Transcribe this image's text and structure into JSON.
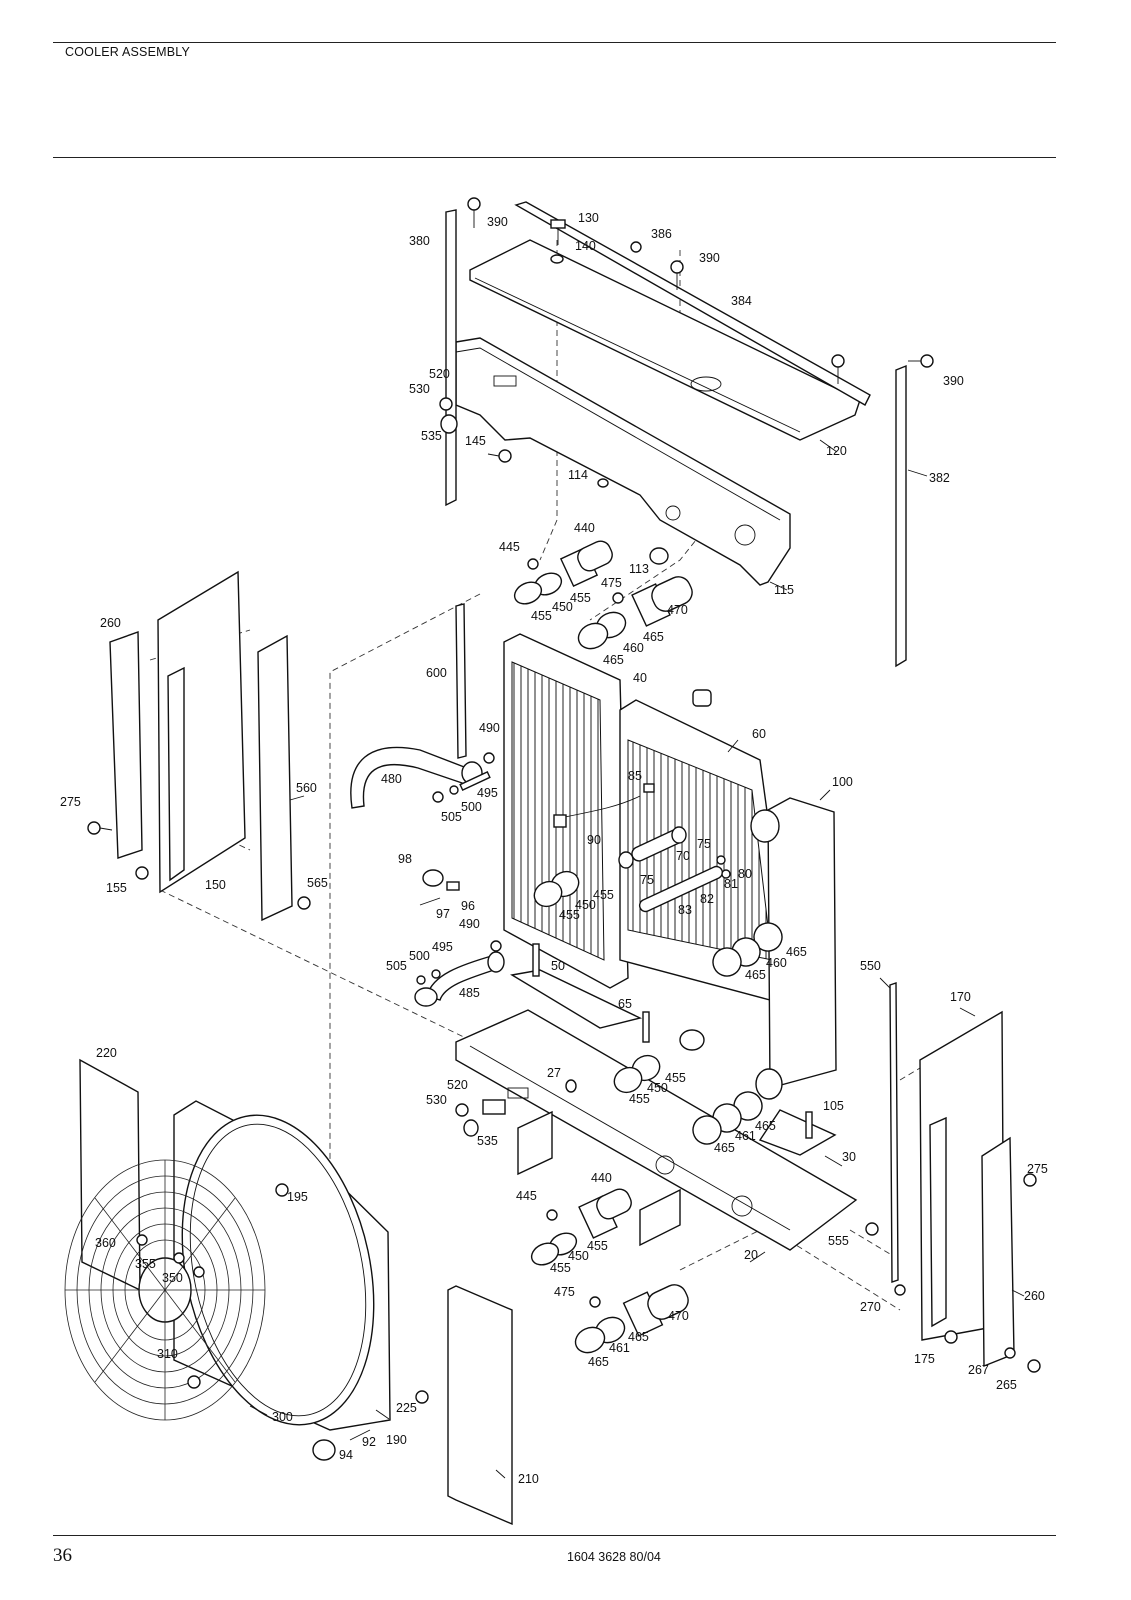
{
  "header": {
    "title": "COOLER ASSEMBLY"
  },
  "footer": {
    "page_number": "36",
    "doc_code": "1604 3628 80/04"
  },
  "callouts": [
    {
      "id": "c390a",
      "text": "390"
    },
    {
      "id": "c130",
      "text": "130"
    },
    {
      "id": "c380",
      "text": "380"
    },
    {
      "id": "c140",
      "text": "140"
    },
    {
      "id": "c386",
      "text": "386"
    },
    {
      "id": "c390b",
      "text": "390"
    },
    {
      "id": "c384",
      "text": "384"
    },
    {
      "id": "c390c",
      "text": "390"
    },
    {
      "id": "c520a",
      "text": "520"
    },
    {
      "id": "c530a",
      "text": "530"
    },
    {
      "id": "c535a",
      "text": "535"
    },
    {
      "id": "c145",
      "text": "145"
    },
    {
      "id": "c120",
      "text": "120"
    },
    {
      "id": "c382",
      "text": "382"
    },
    {
      "id": "c114",
      "text": "114"
    },
    {
      "id": "c440a",
      "text": "440"
    },
    {
      "id": "c445a",
      "text": "445"
    },
    {
      "id": "c113",
      "text": "113"
    },
    {
      "id": "c115",
      "text": "115"
    },
    {
      "id": "c475a",
      "text": "475"
    },
    {
      "id": "c455a",
      "text": "455"
    },
    {
      "id": "c450a",
      "text": "450"
    },
    {
      "id": "c455b",
      "text": "455"
    },
    {
      "id": "c470a",
      "text": "470"
    },
    {
      "id": "c465a",
      "text": "465"
    },
    {
      "id": "c460a",
      "text": "460"
    },
    {
      "id": "c465b",
      "text": "465"
    },
    {
      "id": "c260a",
      "text": "260"
    },
    {
      "id": "c600",
      "text": "600"
    },
    {
      "id": "c40",
      "text": "40"
    },
    {
      "id": "c490a",
      "text": "490"
    },
    {
      "id": "c60",
      "text": "60"
    },
    {
      "id": "c480",
      "text": "480"
    },
    {
      "id": "c560",
      "text": "560"
    },
    {
      "id": "c85",
      "text": "85"
    },
    {
      "id": "c100",
      "text": "100"
    },
    {
      "id": "c495a",
      "text": "495"
    },
    {
      "id": "c500a",
      "text": "500"
    },
    {
      "id": "c505a",
      "text": "505"
    },
    {
      "id": "c275a",
      "text": "275"
    },
    {
      "id": "c90",
      "text": "90"
    },
    {
      "id": "c75a",
      "text": "75"
    },
    {
      "id": "c70",
      "text": "70"
    },
    {
      "id": "c98",
      "text": "98"
    },
    {
      "id": "c80",
      "text": "80"
    },
    {
      "id": "c81",
      "text": "81"
    },
    {
      "id": "c75b",
      "text": "75"
    },
    {
      "id": "c155",
      "text": "155"
    },
    {
      "id": "c150",
      "text": "150"
    },
    {
      "id": "c565",
      "text": "565"
    },
    {
      "id": "c455c",
      "text": "455"
    },
    {
      "id": "c96",
      "text": "96"
    },
    {
      "id": "c82",
      "text": "82"
    },
    {
      "id": "c450b",
      "text": "450"
    },
    {
      "id": "c83",
      "text": "83"
    },
    {
      "id": "c97",
      "text": "97"
    },
    {
      "id": "c455d",
      "text": "455"
    },
    {
      "id": "c490b",
      "text": "490"
    },
    {
      "id": "c495b",
      "text": "495"
    },
    {
      "id": "c500b",
      "text": "500"
    },
    {
      "id": "c505b",
      "text": "505"
    },
    {
      "id": "c50",
      "text": "50"
    },
    {
      "id": "c465c",
      "text": "465"
    },
    {
      "id": "c460b",
      "text": "460"
    },
    {
      "id": "c465d",
      "text": "465"
    },
    {
      "id": "c550",
      "text": "550"
    },
    {
      "id": "c485",
      "text": "485"
    },
    {
      "id": "c170",
      "text": "170"
    },
    {
      "id": "c65",
      "text": "65"
    },
    {
      "id": "c220",
      "text": "220"
    },
    {
      "id": "c27",
      "text": "27"
    },
    {
      "id": "c520b",
      "text": "520"
    },
    {
      "id": "c455e",
      "text": "455"
    },
    {
      "id": "c530b",
      "text": "530"
    },
    {
      "id": "c450c",
      "text": "450"
    },
    {
      "id": "c455f",
      "text": "455"
    },
    {
      "id": "c105",
      "text": "105"
    },
    {
      "id": "c465e",
      "text": "465"
    },
    {
      "id": "c461a",
      "text": "461"
    },
    {
      "id": "c535b",
      "text": "535"
    },
    {
      "id": "c465f",
      "text": "465"
    },
    {
      "id": "c30",
      "text": "30"
    },
    {
      "id": "c275b",
      "text": "275"
    },
    {
      "id": "c195",
      "text": "195"
    },
    {
      "id": "c440b",
      "text": "440"
    },
    {
      "id": "c445b",
      "text": "445"
    },
    {
      "id": "c360",
      "text": "360"
    },
    {
      "id": "c555",
      "text": "555"
    },
    {
      "id": "c455g",
      "text": "455"
    },
    {
      "id": "c20",
      "text": "20"
    },
    {
      "id": "c355",
      "text": "355"
    },
    {
      "id": "c450d",
      "text": "450"
    },
    {
      "id": "c350",
      "text": "350"
    },
    {
      "id": "c455h",
      "text": "455"
    },
    {
      "id": "c475b",
      "text": "475"
    },
    {
      "id": "c260b",
      "text": "260"
    },
    {
      "id": "c270",
      "text": "270"
    },
    {
      "id": "c470b",
      "text": "470"
    },
    {
      "id": "c465g",
      "text": "465"
    },
    {
      "id": "c310",
      "text": "310"
    },
    {
      "id": "c461b",
      "text": "461"
    },
    {
      "id": "c175",
      "text": "175"
    },
    {
      "id": "c465h",
      "text": "465"
    },
    {
      "id": "c267",
      "text": "267"
    },
    {
      "id": "c265",
      "text": "265"
    },
    {
      "id": "c300",
      "text": "300"
    },
    {
      "id": "c225",
      "text": "225"
    },
    {
      "id": "c92",
      "text": "92"
    },
    {
      "id": "c190",
      "text": "190"
    },
    {
      "id": "c94",
      "text": "94"
    },
    {
      "id": "c210",
      "text": "210"
    }
  ]
}
